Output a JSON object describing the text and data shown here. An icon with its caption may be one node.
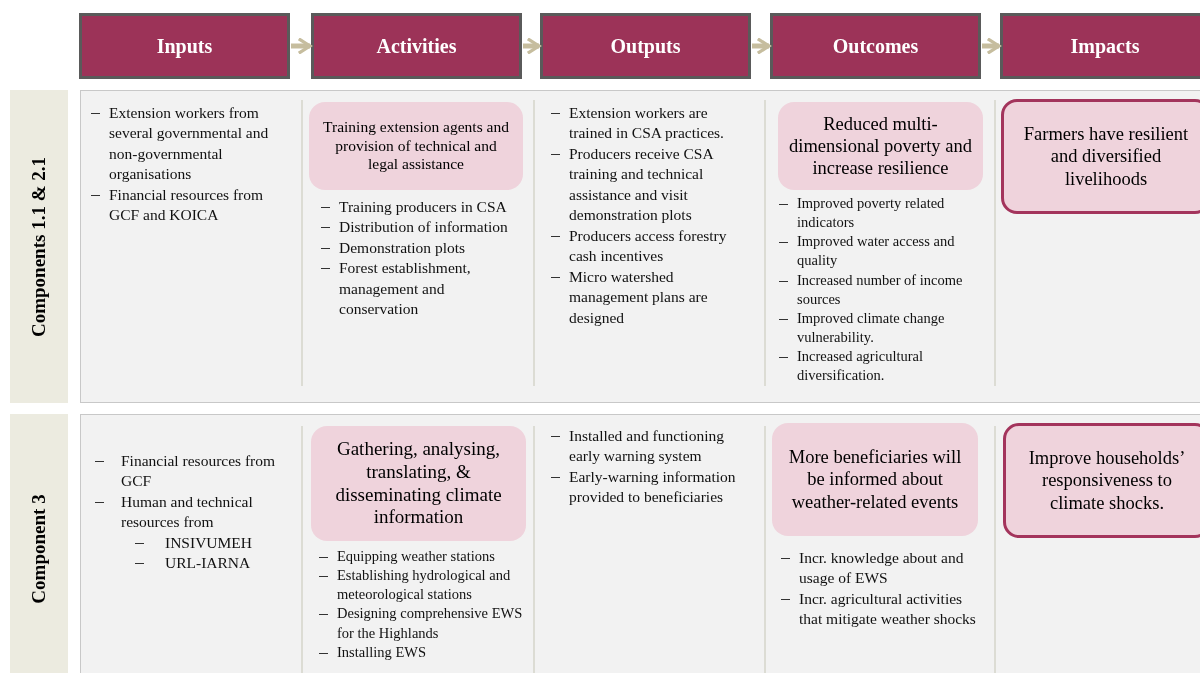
{
  "diagram": {
    "nodes": [
      {
        "text": [
          "Inputs"
        ]
      },
      {
        "text": [
          "Activities"
        ]
      },
      {
        "text": [
          "Outputs"
        ]
      },
      {
        "text": [
          "Outcomes"
        ]
      },
      {
        "text": [
          "Impacts"
        ]
      },
      {
        "text": [
          "Components 1.1 & 2.1"
        ]
      },
      {
        "text": [],
        "shape": "box"
      },
      {
        "text": [
          "Training extension agents and provision of technical and legal assistance"
        ],
        "in": 6
      },
      {
        "text": [
          "Reduced multi-dimensional poverty and increase resilience"
        ],
        "in": 6
      },
      {
        "text": [
          "Farmers have resilient and diversified livelihoods"
        ],
        "in": 6
      },
      {
        "text": [
          "Component 3"
        ]
      },
      {
        "text": [],
        "shape": "box"
      },
      {
        "text": [
          "Gathering, analysing, translating, & disseminating climate information"
        ],
        "in": 11
      },
      {
        "text": [
          "More beneficiaries will be informed about weather-related events"
        ],
        "in": 11
      },
      {
        "text": [
          "Improve households’ responsiveness to climate shocks."
        ],
        "in": 11
      }
    ],
    "edges": [
      {
        "from": 0,
        "to": 1,
        "arrow": "to"
      },
      {
        "from": 1,
        "to": 2,
        "arrow": "to"
      },
      {
        "from": 2,
        "to": 3,
        "arrow": "to"
      },
      {
        "from": 3,
        "to": 4,
        "arrow": "to"
      }
    ],
    "labels": [
      "Extension workers from several governmental and non-governmental organisations",
      "Financial resources from GCF and KOICA",
      "Training producers in CSA",
      "Distribution of information",
      "Demonstration plots",
      "Forest establishment, management and conservation",
      "Extension workers are trained in CSA practices.",
      "Producers receive CSA training and technical assistance and visit demonstration plots",
      "Producers access forestry cash incentives",
      "Micro watershed management plans are designed",
      "Improved poverty related indicators",
      "Improved water access and quality",
      "Increased number of income sources",
      "Improved climate change vulnerability.",
      "Increased agricultural diversification.",
      "Financial resources from GCF",
      "Human and technical resources from",
      "INSIVUMEH",
      "URL-IARNA",
      "Equipping weather stations",
      "Establishing hydrological and meteorological stations",
      "Designing comprehensive EWS for the Highlands",
      "Installing EWS",
      "Installed and functioning early warning system",
      "Early-warning information provided to beneficiaries",
      "Incr. knowledge about and usage of EWS",
      "Incr. agricultural activities that mitigate weather shocks"
    ]
  }
}
